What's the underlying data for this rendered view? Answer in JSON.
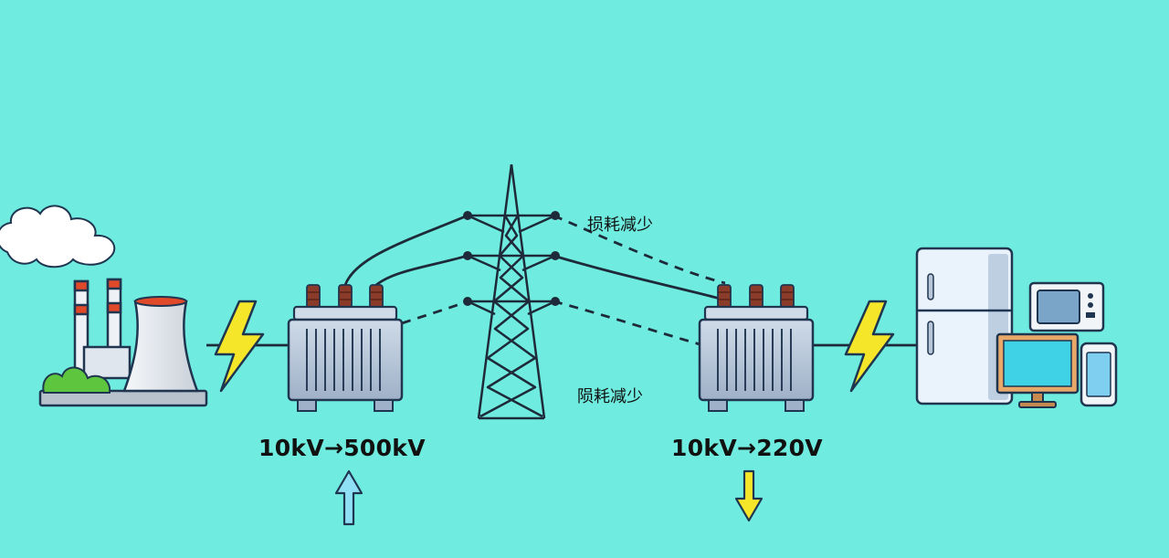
{
  "labels": {
    "step_up": "10kV→500kV",
    "step_down": "10kV→220V",
    "loss_upper": "损耗减少",
    "loss_lower": "陨耗减少"
  },
  "colors": {
    "background": "#6fecdf",
    "lightning": "#f5e62a",
    "arrow_up": "#8fe0f5",
    "arrow_down": "#f5e62a",
    "transformer": "#b7c6d9",
    "bushing": "#8a3b2a",
    "tower": "#1e2a3a",
    "cooling_tower": "#e4e8ee",
    "chimney_stripe": "#e04a2a"
  },
  "icons": {
    "power_plant": "power-plant-icon",
    "lightning": "lightning-bolt-icon",
    "transformer": "transformer-icon",
    "tower": "transmission-tower-icon",
    "fridge": "refrigerator-icon",
    "microwave": "microwave-icon",
    "monitor": "monitor-icon",
    "phone": "smartphone-icon",
    "arrow_up": "arrow-up-icon",
    "arrow_down": "arrow-down-icon"
  }
}
